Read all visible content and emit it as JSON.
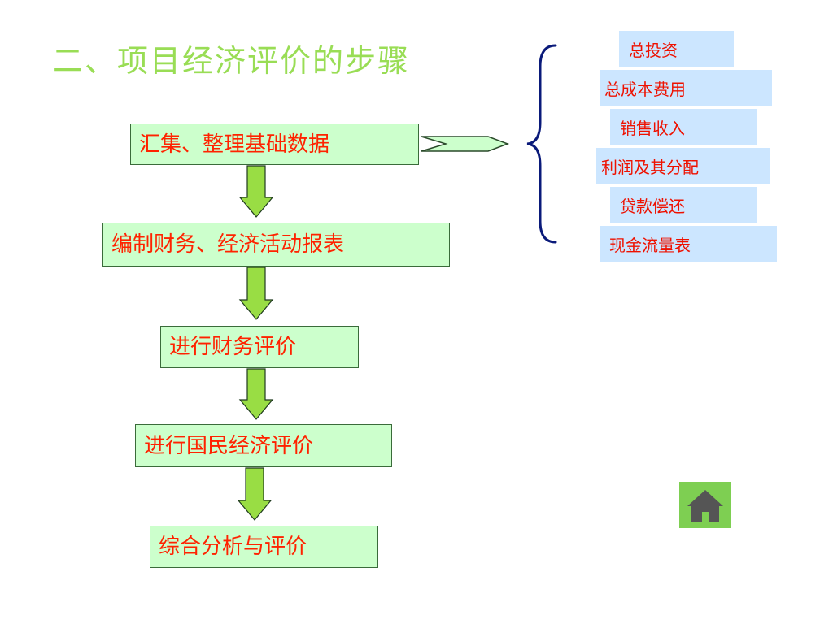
{
  "title": "二、项目经济评价的步骤",
  "steps": [
    "汇集、整理基础数据",
    "编制财务、经济活动报表",
    "进行财务评价",
    "进行国民经济评价",
    "综合分析与评价"
  ],
  "data_items": [
    "总投资",
    "总成本费用",
    "销售收入",
    "利润及其分配",
    "贷款偿还",
    "现金流量表"
  ],
  "colors": {
    "title": "#99dd55",
    "step_fill": "#ccffcc",
    "step_text": "#ff2200",
    "tag_fill": "#cce6ff",
    "tag_text": "#ee1100",
    "arrow_fill": "#99dd44",
    "brace": "#0a1a7a",
    "home_button": "#7ecf52"
  },
  "icons": {
    "home": "home-icon"
  }
}
